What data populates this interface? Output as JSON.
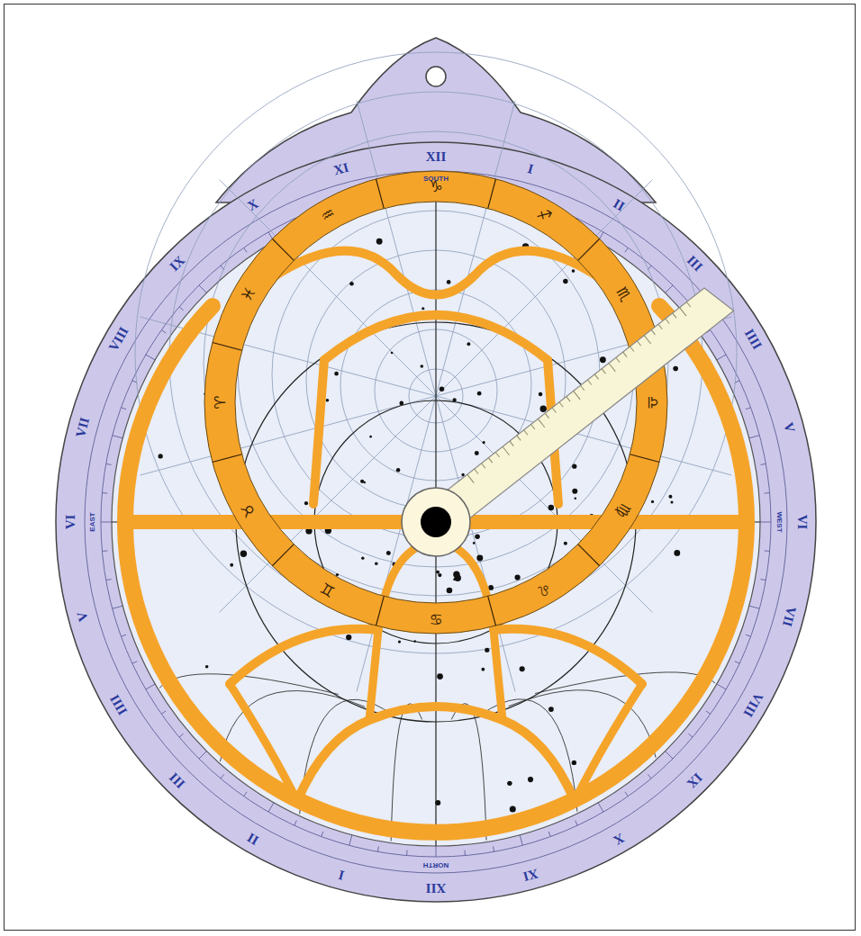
{
  "diagram": {
    "labels": [
      "XII",
      "I",
      "II",
      "III",
      "IIII",
      "V",
      "VI",
      "VII",
      "VIII",
      "IX",
      "X",
      "XI",
      "XII",
      "I",
      "II",
      "III",
      "IIII",
      "V",
      "VI",
      "VII",
      "VIII",
      "IX",
      "X",
      "XI",
      "SOUTH",
      "WEST",
      "NORTH",
      "EAST",
      "♑",
      "♐",
      "♏",
      "♎",
      "♍",
      "♌",
      "♋",
      "♊",
      "♉",
      "♈",
      "♓",
      "♒"
    ]
  }
}
